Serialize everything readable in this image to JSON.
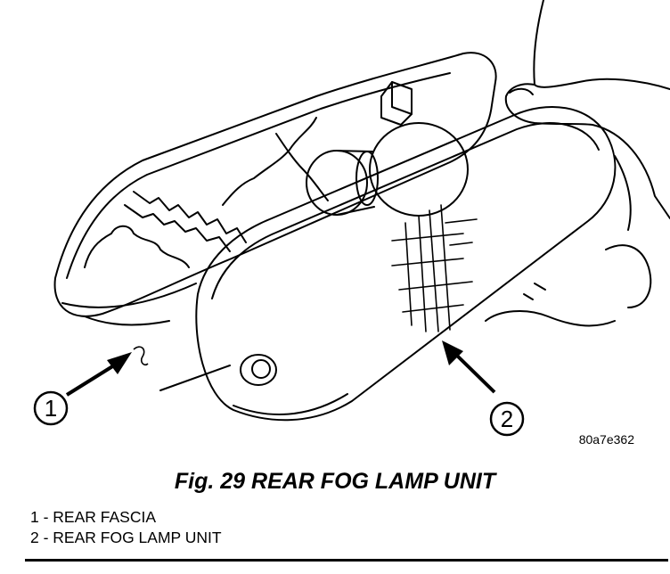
{
  "figure": {
    "reference_code": "80a7e362",
    "caption": "Fig. 29 REAR FOG LAMP UNIT"
  },
  "callouts": [
    {
      "number": "1"
    },
    {
      "number": "2"
    }
  ],
  "legend": [
    {
      "text": "1 - REAR FASCIA"
    },
    {
      "text": "2 - REAR FOG LAMP UNIT"
    }
  ],
  "colors": {
    "line": "#000000",
    "background": "#ffffff"
  }
}
